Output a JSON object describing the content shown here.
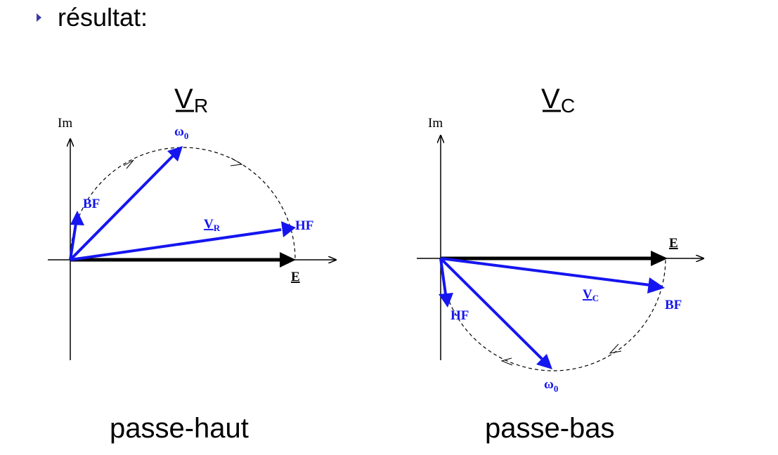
{
  "bullet": {
    "icon": "triangle-bullet-icon",
    "text": "résultat:"
  },
  "colors": {
    "vector": "#1515f0",
    "axis": "#000000",
    "circle": "#000000",
    "bullet": "#3a3aa8"
  },
  "left_diagram": {
    "title_letter": "V",
    "title_subscript": "R",
    "axis_label": "Im",
    "label_omega": "ω",
    "label_omega_sub": "0",
    "label_bf": "BF",
    "label_hf": "HF",
    "label_vector": "V",
    "label_vector_sub": "R",
    "label_e": "E",
    "caption": "passe-haut"
  },
  "right_diagram": {
    "title_letter": "V",
    "title_subscript": "C",
    "axis_label": "Im",
    "label_omega": "ω",
    "label_omega_sub": "0",
    "label_bf": "BF",
    "label_hf": "HF",
    "label_vector": "V",
    "label_vector_sub": "C",
    "label_e": "E",
    "caption": "passe-bas"
  }
}
